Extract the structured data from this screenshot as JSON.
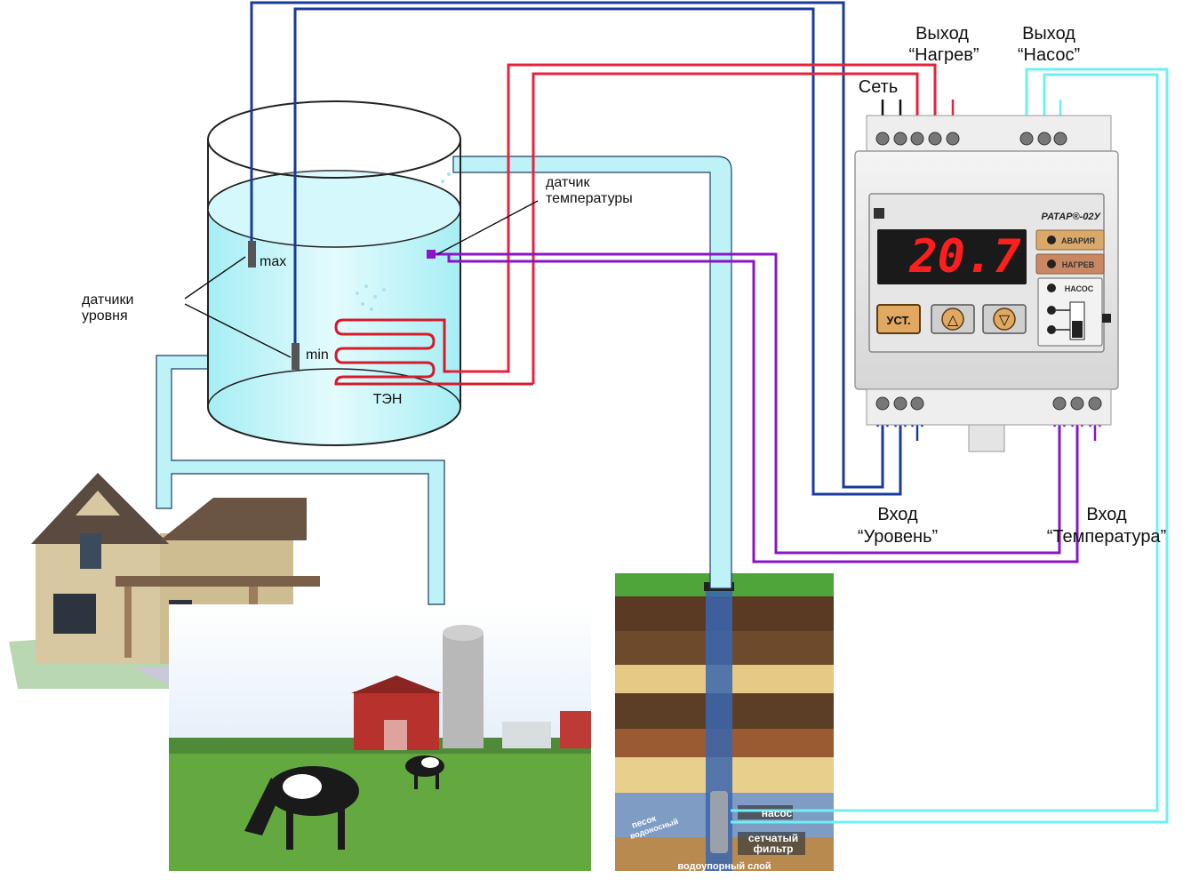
{
  "labels": {
    "out_heat_1": "Выход",
    "out_heat_2": "“Нагрев”",
    "out_pump_1": "Выход",
    "out_pump_2": "“Насос”",
    "mains": "Сеть",
    "temp_sensor_1": "датчик",
    "temp_sensor_2": "температуры",
    "level_sensors_1": "датчики",
    "level_sensors_2": "уровня",
    "max": "max",
    "min": "min",
    "heater": "ТЭН",
    "in_level_1": "Вход",
    "in_level_2": "“Уровень”",
    "in_temp_1": "Вход",
    "in_temp_2": "“Температура”",
    "well_pump": "насос",
    "well_filter_1": "сетчатый",
    "well_filter_2": "фильтр",
    "aquifer_1": "песок",
    "aquifer_2": "водоносный",
    "aquiclude": "водоупорный слой"
  },
  "device": {
    "brand": "РАТАР®-02У",
    "display_value": "20.7",
    "alarm_label": "АВАРИЯ",
    "heat_label": "НАГРЕВ",
    "pump_label": "НАСОС",
    "set_button": "УСТ.",
    "up_symbol": "△",
    "down_symbol": "▽"
  },
  "colors": {
    "level_wire": "#1a3a9c",
    "heat_wire": "#e8223c",
    "temp_wire": "#8a16c4",
    "pump_wire": "#6ff0f0",
    "water": "#bff4f8",
    "display": "#ff1e1e"
  }
}
